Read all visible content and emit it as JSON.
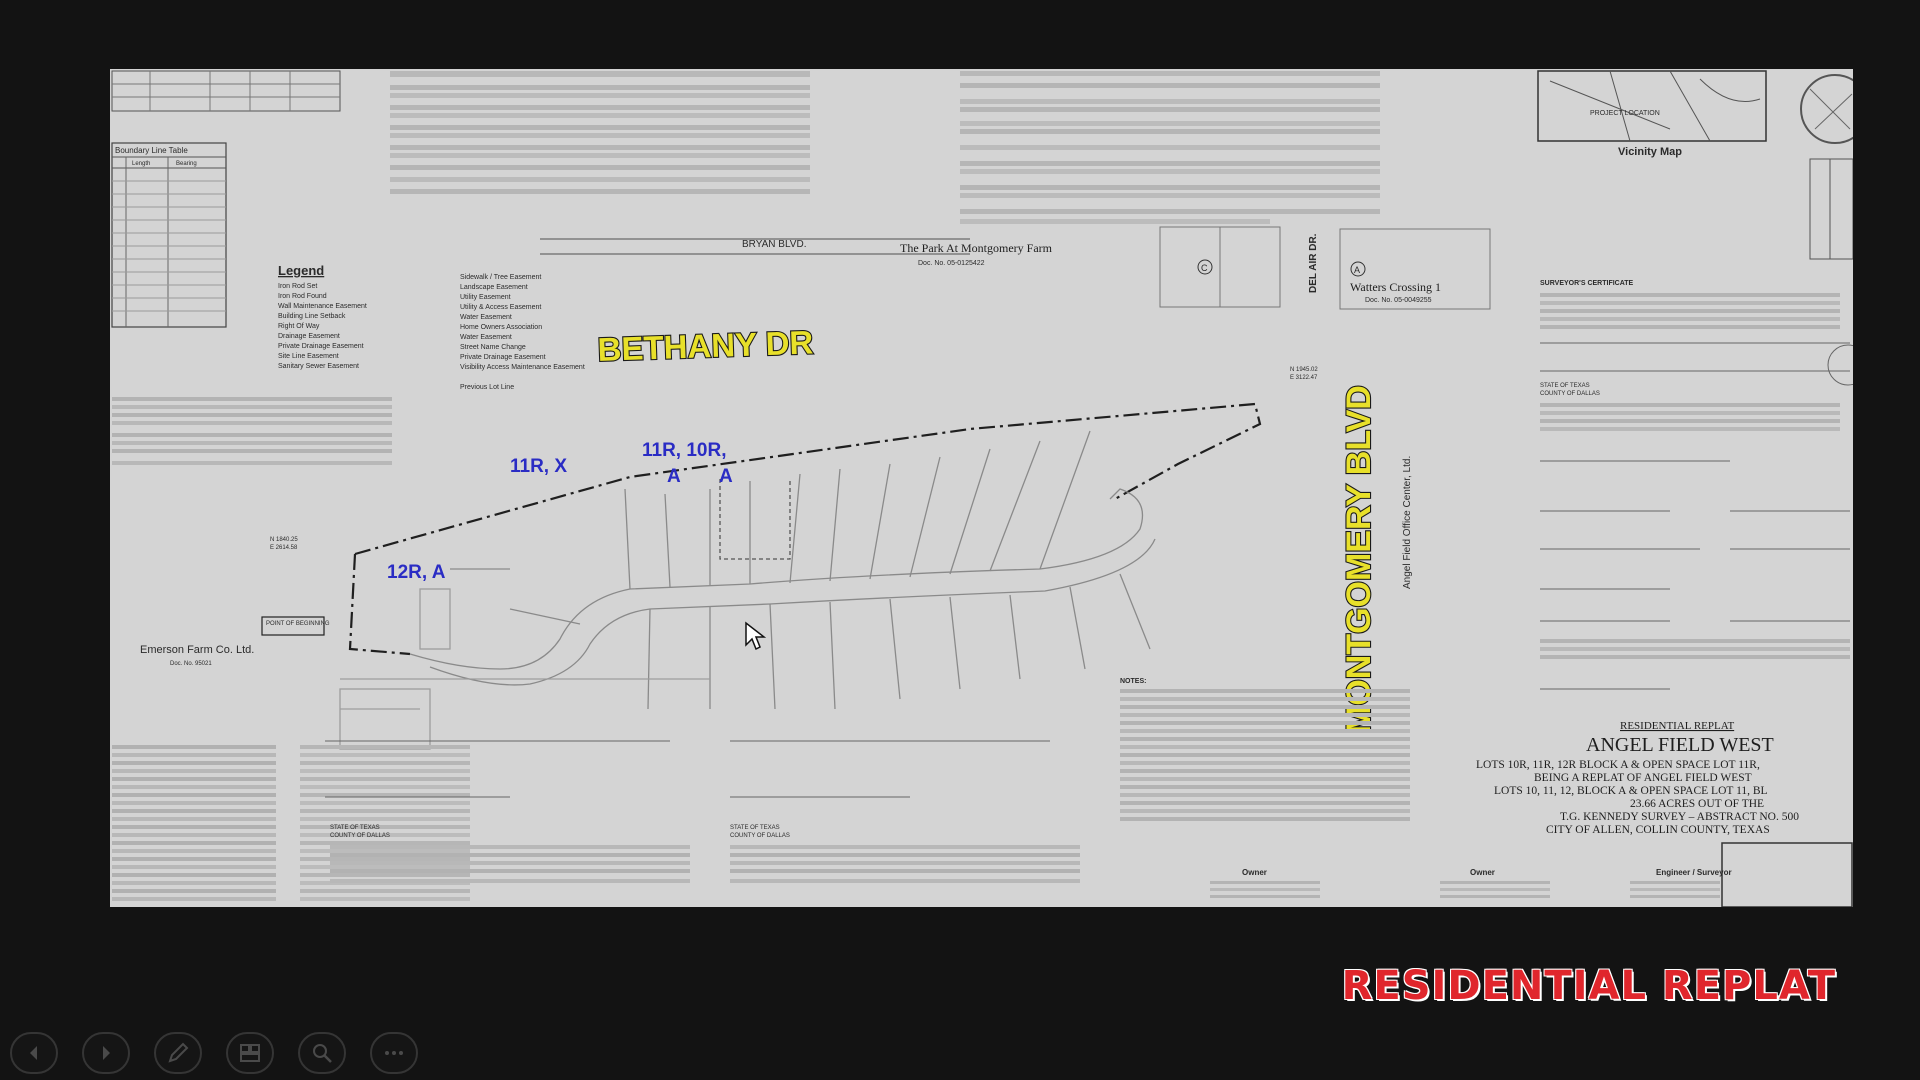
{
  "slide": {
    "title": "RESIDENTIAL REPLAT",
    "title_color": "#e0262c",
    "background": "#131313"
  },
  "plat": {
    "streets": {
      "bethany": "BETHANY DR",
      "montgomery": "MONTGOMERY BLVD",
      "bryan": "BRYAN BLVD.",
      "del_aire": "DEL AIR DR."
    },
    "lot_labels": {
      "lot_11r_x": "11R, X",
      "lot_11r_10r": "11R, 10R,",
      "lot_a_left": "A",
      "lot_a_right": "A",
      "lot_12r_a": "12R, A"
    },
    "subdivisions": {
      "park_montgomery": "The Park At Montgomery Farm",
      "park_doc": "Doc. No. 05-0125422",
      "watters": "Watters Crossing 1",
      "watters_doc": "Doc. No. 05-0049255",
      "emerson": "Emerson Farm Co. Ltd.",
      "emerson_doc": "Doc. No. 95021",
      "angel_office": "Angel Field Office Center, Ltd."
    },
    "legend": {
      "heading": "Legend",
      "items": [
        "Iron Rod Set",
        "Iron Rod Found",
        "Wall Maintenance Easement",
        "Building Line Setback",
        "Right Of Way",
        "Drainage Easement",
        "Private Drainage Easement",
        "Site Line Easement",
        "Sanitary Sewer Easement",
        "Sidewalk / Tree Easement",
        "Landscape Easement",
        "Utility Easement",
        "Utility & Access Easement",
        "Water Easement",
        "Home Owners Association",
        "Water Easement",
        "Street Name Change",
        "Private Drainage Easement",
        "Visibility Access Maintenance Easement",
        "Previous Lot Line"
      ]
    },
    "boundary_table": {
      "heading": "Boundary Line Table",
      "columns": [
        "Length",
        "Bearing"
      ]
    },
    "vicinity": {
      "heading": "Vicinity Map",
      "project": "PROJECT LOCATION"
    },
    "title_block": {
      "label": "RESIDENTIAL REPLAT",
      "name": "ANGEL FIELD WEST",
      "line1": "LOTS 10R, 11R, 12R BLOCK A & OPEN SPACE LOT 11R,",
      "line2": "BEING A REPLAT OF ANGEL FIELD WEST",
      "line3": "LOTS 10, 11, 12, BLOCK A & OPEN SPACE LOT 11, BL",
      "line4": "23.66 ACRES OUT OF THE",
      "line5": "T.G. KENNEDY SURVEY – ABSTRACT NO. 500",
      "line6": "CITY OF ALLEN, COLLIN COUNTY, TEXAS"
    },
    "parties": [
      "Owner",
      "Owner",
      "Engineer / Surveyor"
    ],
    "notes_heading": "NOTES:",
    "surveyor_heading": "SURVEYOR'S CERTIFICATE",
    "state": "STATE OF TEXAS",
    "county": "COUNTY OF DALLAS",
    "point_label": "POINT OF BEGINNING",
    "markers": [
      "C",
      "A"
    ]
  },
  "toolbar": {
    "icons": [
      "previous-icon",
      "next-icon",
      "pen-icon",
      "slides-icon",
      "zoom-icon",
      "more-icon"
    ]
  }
}
